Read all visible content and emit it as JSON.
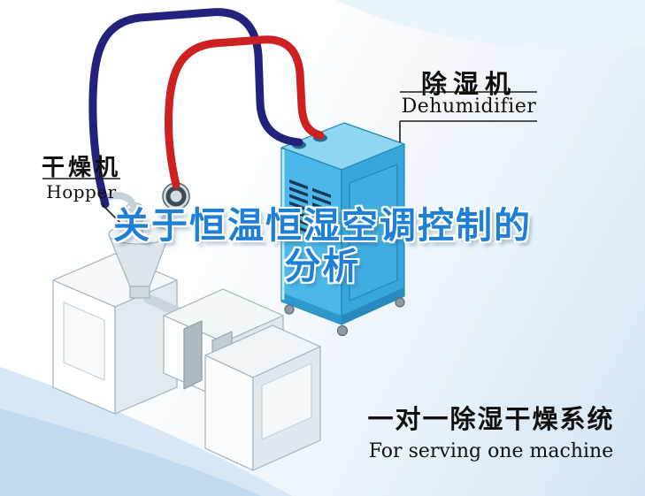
{
  "title": {
    "line1": "关于恒温恒湿空调控制的",
    "line2": "分析",
    "color": "#1e7fd6"
  },
  "callouts": {
    "dehumidifier": {
      "zh": "除湿机",
      "en": "Dehumidifier"
    },
    "hopper": {
      "zh": "干燥机",
      "en": "Hopper"
    }
  },
  "caption": {
    "zh": "一对一除湿干燥系统",
    "en": "For serving one machine"
  },
  "colors": {
    "hose_return_navy": "#23217c",
    "hose_supply_red": "#cc2022",
    "cabinet_blue_front": "#4cb8e9",
    "cabinet_blue_side": "#38a6da",
    "cabinet_blue_top": "#8fd6f2",
    "callout_line": "#1c1c1c"
  },
  "icons": {
    "machine": "injection-molding-machine",
    "hopper": "hopper-dryer-cone",
    "blower": "blower-fan",
    "cabinet": "dehumidifier-cabinet",
    "hose_navy": "return-air-hose",
    "hose_red": "supply-air-hose"
  }
}
